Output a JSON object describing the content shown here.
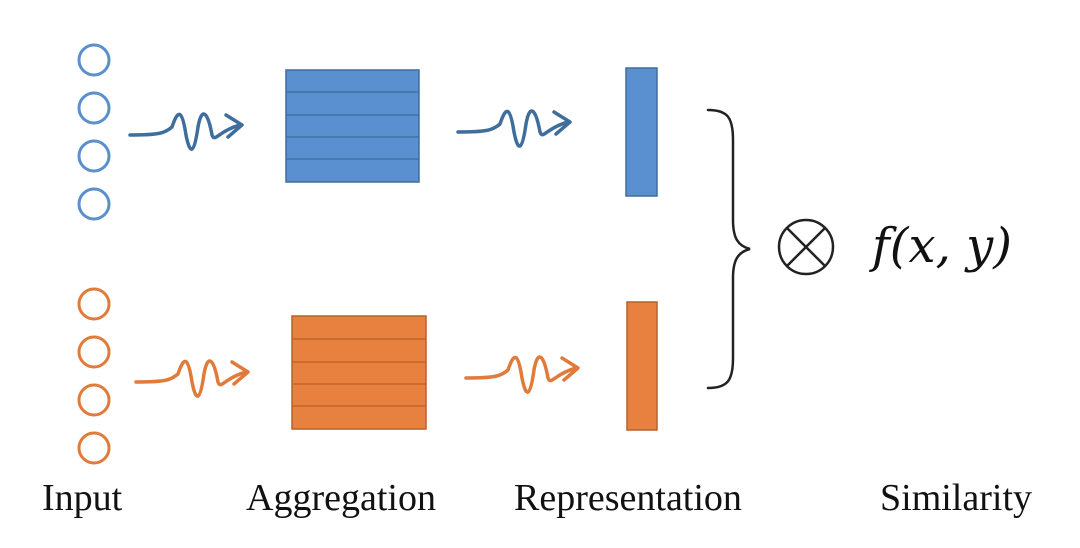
{
  "labels": {
    "input": "Input",
    "aggregation": "Aggregation",
    "representation": "Representation",
    "similarity": "Similarity"
  },
  "formula": "f(x, y)",
  "operator_symbol": "⊗",
  "colors": {
    "blue_stroke": "#5b8fce",
    "blue_fill": "#5a8fd0",
    "blue_line": "#3e6d9e",
    "blue_arrow": "#3f6e9d",
    "orange_stroke": "#e07b3c",
    "orange_fill": "#e8813f",
    "orange_line": "#b8612a",
    "orange_arrow": "#e07b3c",
    "brace": "#222222"
  },
  "icons": {
    "wave_arrow": "wave-arrow-icon",
    "operator": "circled-times-icon",
    "input_node": "circle-node-icon"
  }
}
